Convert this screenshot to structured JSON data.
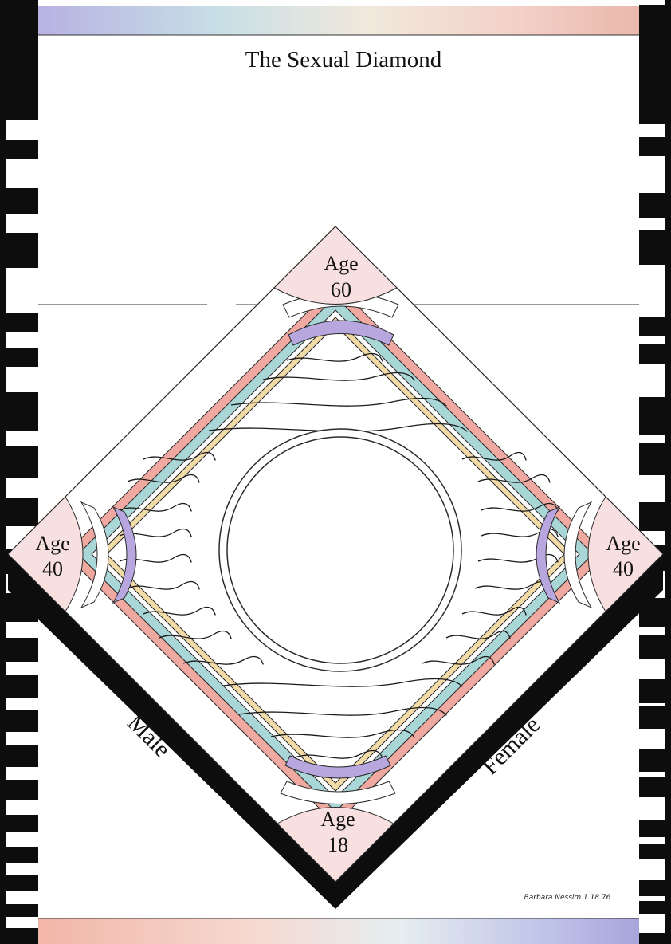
{
  "title": "The Sexual Diamond",
  "corners": {
    "top": {
      "word": "Age",
      "value": "60"
    },
    "left": {
      "word": "Age",
      "value": "40"
    },
    "right": {
      "word": "Age",
      "value": "40"
    },
    "bottom": {
      "word": "Age",
      "value": "18"
    }
  },
  "sides": {
    "left_label": "Male",
    "right_label": "Female"
  },
  "signature": "Barbara Nessim 1.18.76",
  "colors": {
    "frame_black": "#0d0d0d",
    "pink_band": "#f0a9a0",
    "blue_band": "#a9d6d6",
    "yellow_band": "#f3dba8",
    "corner_fill": "#f8e0e0",
    "lavender_arc": "#b7a7de",
    "line": "#2a2a2a"
  }
}
